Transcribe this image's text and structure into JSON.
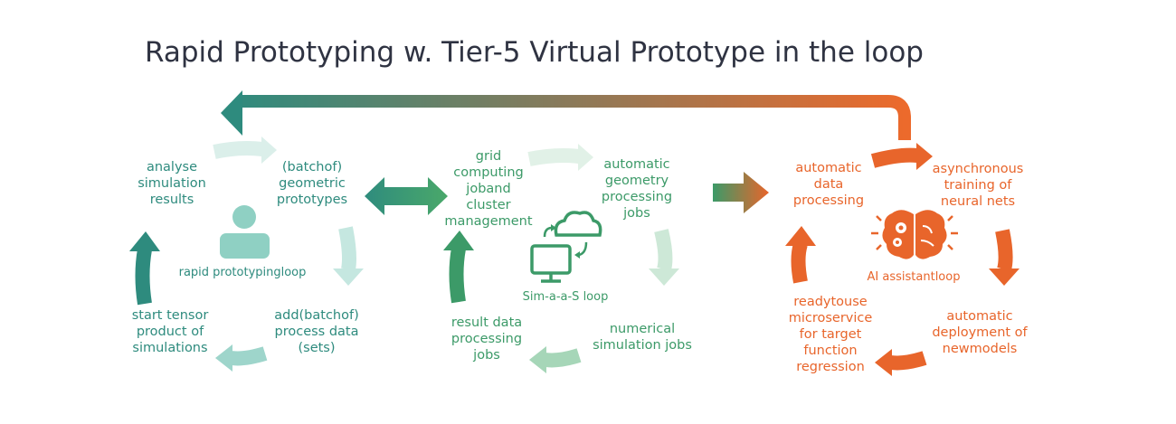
{
  "title": "Rapid Prototyping w. Tier-5 Virtual Prototype in the loop",
  "colors": {
    "teal": "#2e8b7e",
    "green": "#3c9a68",
    "orange": "#e8652b",
    "title": "#2f3342"
  },
  "loops": [
    {
      "name": "rapid prototypingloop",
      "icon": "user-icon",
      "steps": [
        "analyse\nsimulation\nresults",
        "(batchof)\ngeometric\nprototypes",
        "add(batchof)\nprocess data\n(sets)",
        "start tensor\nproduct of\nsimulations"
      ]
    },
    {
      "name": "Sim-a-a-S loop",
      "icon": "computer-cloud-icon",
      "steps": [
        "grid\ncomputing\njoband\ncluster\nmanagement",
        "automatic\ngeometry\nprocessing\njobs",
        "numerical\nsimulation jobs",
        "result data\nprocessing\njobs"
      ]
    },
    {
      "name": "AI assistantloop",
      "icon": "brain-gears-icon",
      "steps": [
        "automatic\ndata\nprocessing",
        "asynchronous\ntraining of\nneural nets",
        "automatic\ndeployment of\nnewmodels",
        "readytouse\nmicroservice\nfor target\nfunction\nregression"
      ]
    }
  ]
}
